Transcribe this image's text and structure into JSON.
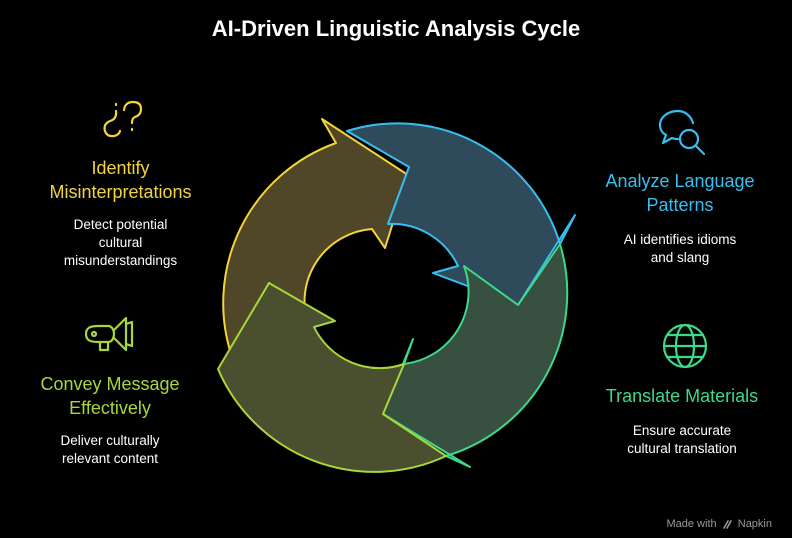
{
  "title": "AI-Driven Linguistic Analysis Cycle",
  "colors": {
    "identify": "#f2d43b",
    "analyze": "#36bff0",
    "translate": "#3cd98a",
    "convey": "#a9d63a"
  },
  "steps": [
    {
      "id": "identify",
      "icon": "question-marks-icon",
      "title": "Identify Misinterpretations",
      "desc": "Detect potential cultural misunderstandings"
    },
    {
      "id": "analyze",
      "icon": "chat-search-icon",
      "title": "Analyze Language Patterns",
      "desc": "AI identifies idioms and slang"
    },
    {
      "id": "translate",
      "icon": "globe-icon",
      "title": "Translate Materials",
      "desc": "Ensure accurate cultural translation"
    },
    {
      "id": "convey",
      "icon": "megaphone-icon",
      "title": "Convey Message Effectively",
      "desc": "Deliver culturally relevant content"
    }
  ],
  "footer": {
    "made_with": "Made with",
    "brand": "Napkin"
  }
}
